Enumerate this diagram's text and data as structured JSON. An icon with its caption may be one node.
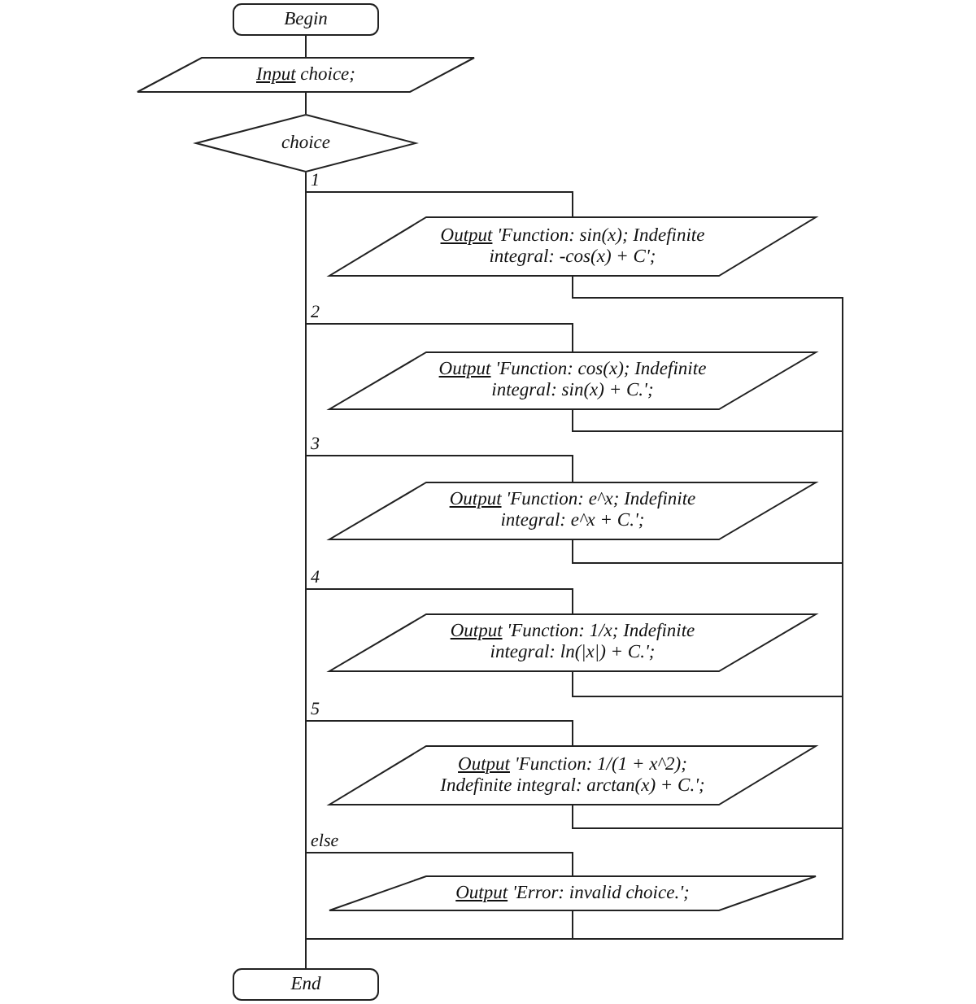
{
  "diagram": {
    "nodes": [
      {
        "text": [
          "Begin"
        ]
      },
      {
        "text": [
          "Input choice;"
        ]
      },
      {
        "text": [
          "choice"
        ]
      },
      {
        "text": [
          "Output 'Function: sin(x); Indefinite integral: -cos(x) + C';"
        ]
      },
      {
        "text": [
          "Output 'Function: cos(x); Indefinite integral: sin(x) + C.';"
        ]
      },
      {
        "text": [
          "Output 'Function: e^x; Indefinite integral: e^x + C.';"
        ]
      },
      {
        "text": [
          "Output 'Function: 1/x; Indefinite integral: ln(|x|) + C.';"
        ]
      },
      {
        "text": [
          "Output 'Function: 1/(1 + x^2); Indefinite integral: arctan(x) + C.';"
        ]
      },
      {
        "text": [
          "Output 'Error: invalid choice.';"
        ]
      },
      {
        "text": [
          "End"
        ]
      }
    ],
    "edges": [
      {
        "from": 0,
        "to": 1,
        "arrow": "none"
      },
      {
        "from": 1,
        "to": 2,
        "arrow": "none"
      },
      {
        "from": 2,
        "to": 3,
        "arrow": "none",
        "label": "1"
      },
      {
        "from": 2,
        "to": 4,
        "arrow": "none",
        "label": "2"
      },
      {
        "from": 2,
        "to": 5,
        "arrow": "none",
        "label": "3"
      },
      {
        "from": 2,
        "to": 6,
        "arrow": "none",
        "label": "4"
      },
      {
        "from": 2,
        "to": 7,
        "arrow": "none",
        "label": "5"
      },
      {
        "from": 2,
        "to": 8,
        "arrow": "none",
        "label": "else"
      },
      {
        "from": 3,
        "to": 9,
        "arrow": "none"
      },
      {
        "from": 4,
        "to": 9,
        "arrow": "none"
      },
      {
        "from": 5,
        "to": 9,
        "arrow": "none"
      },
      {
        "from": 6,
        "to": 9,
        "arrow": "none"
      },
      {
        "from": 7,
        "to": 9,
        "arrow": "none"
      },
      {
        "from": 8,
        "to": 9,
        "arrow": "none"
      }
    ]
  }
}
